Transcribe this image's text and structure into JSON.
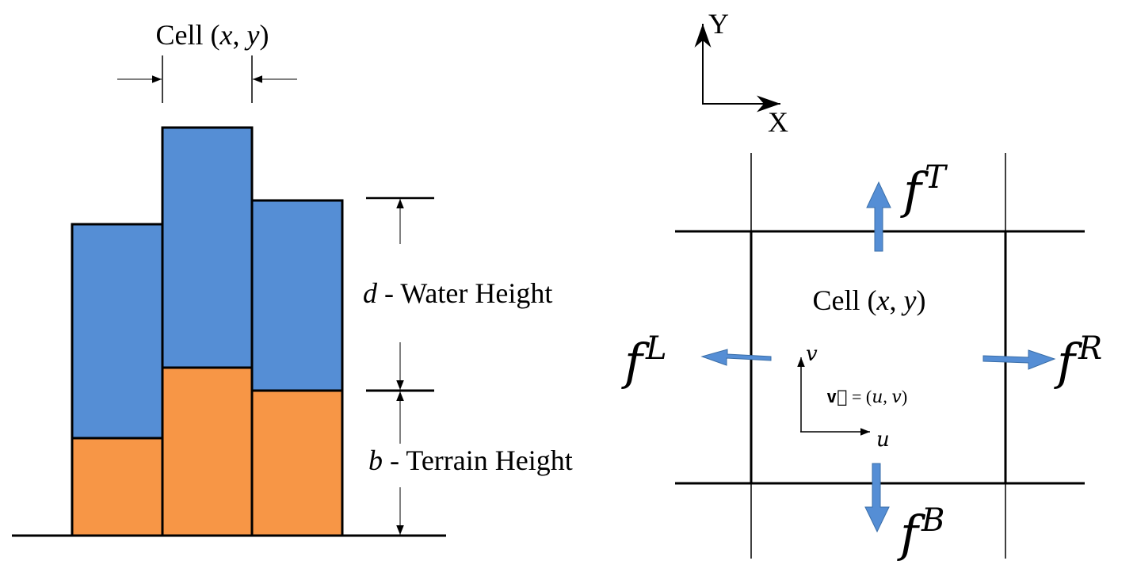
{
  "left_panel": {
    "cell_label": {
      "prefix": "Cell (",
      "x": "x",
      "sep": ", ",
      "y": "y",
      "suffix": ")"
    },
    "water_label": {
      "var": "d",
      "text": " - Water Height"
    },
    "terrain_label": {
      "var": "b",
      "text": " - Terrain Height"
    },
    "columns": [
      {
        "terrain": 1,
        "water": 2.24
      },
      {
        "terrain": 1.75,
        "water": 2.53
      },
      {
        "terrain": 1.5,
        "water": 2.0
      }
    ],
    "colors": {
      "water": "#558ed5",
      "terrain": "#f79646",
      "stroke": "#000000"
    }
  },
  "right_panel": {
    "axis": {
      "x": "X",
      "y": "Y"
    },
    "cell_label": {
      "prefix": "Cell (",
      "x": "x",
      "sep": ", ",
      "y": "y",
      "suffix": ")"
    },
    "flux": {
      "top": {
        "base": "f",
        "sup": "T"
      },
      "left": {
        "base": "f",
        "sup": "L"
      },
      "right": {
        "base": "f",
        "sup": "R"
      },
      "bottom": {
        "base": "f",
        "sup": "B"
      }
    },
    "velocity": {
      "u": "u",
      "v": "v",
      "eq_vec": "v⃗",
      "eq_rest": " = (",
      "eq_u": "u",
      "eq_sep": ", ",
      "eq_v": "v",
      "eq_end": ")"
    },
    "colors": {
      "arrow": "#558ed5",
      "line": "#000000"
    }
  }
}
